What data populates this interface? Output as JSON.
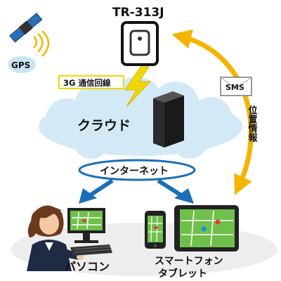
{
  "device": {
    "model": "TR-313J"
  },
  "gps": {
    "label": "GPS"
  },
  "links": {
    "network_3g": "3G 通信回線",
    "sms": "SMS",
    "location": "位置情報",
    "internet": "インターネット"
  },
  "cloud": {
    "label": "クラウド"
  },
  "clients": {
    "pc": "パソコン",
    "mobile_line1": "スマートフォン",
    "mobile_line2": "タブレット"
  },
  "colors": {
    "cloud_fill": "#d3eaf6",
    "arrow_blue": "#1b6fb8",
    "arrow_orange": "#f4b400",
    "lightning": "#f2d600",
    "server": "#2b2b2b",
    "screen_green": "#6fc04a",
    "ground": "#ededed"
  },
  "icons": [
    "satellite-icon",
    "tracker-device-icon",
    "lightning-icon",
    "server-icon",
    "envelope-icon",
    "person-icon",
    "pc-monitor-icon",
    "smartphone-icon",
    "tablet-icon"
  ]
}
